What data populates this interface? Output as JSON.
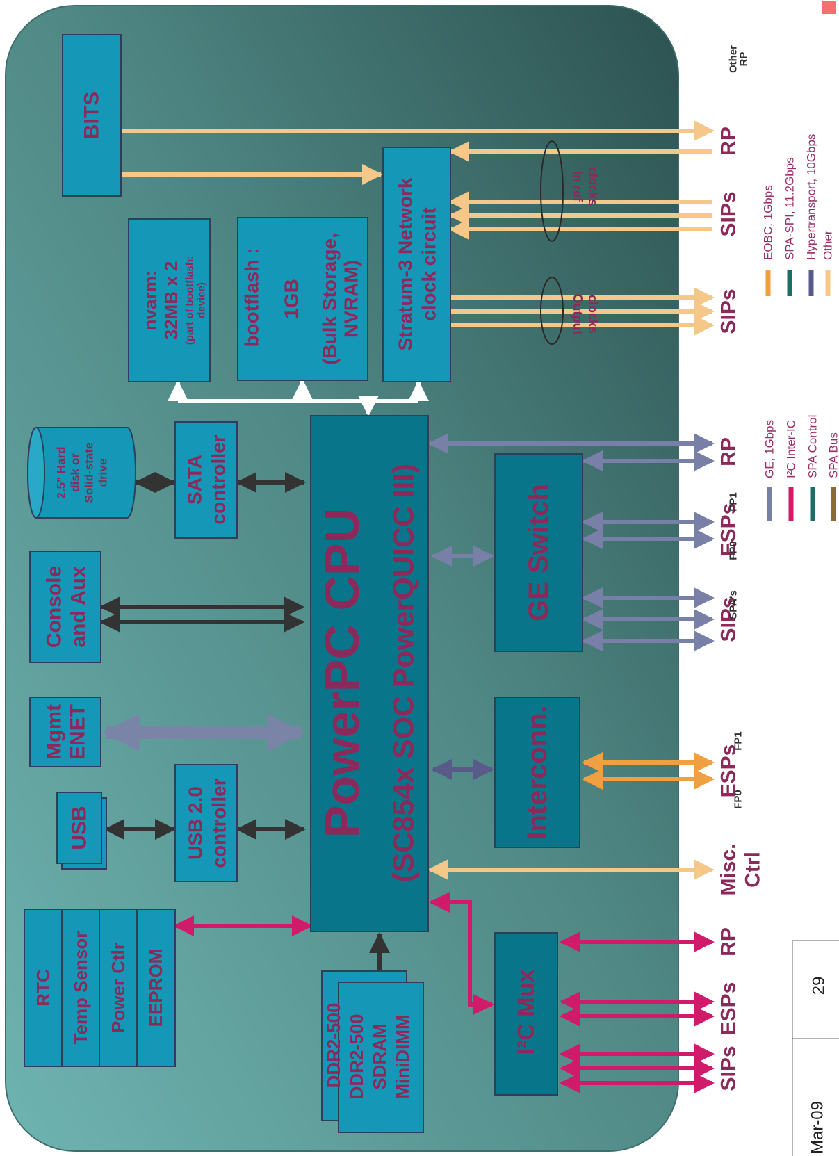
{
  "blocks": {
    "bits": "BITS",
    "nvram_1": "nvarm:",
    "nvram_2": "32MB x 2",
    "nvram_note_1": "(part of bootflash:",
    "nvram_note_2": "device)",
    "bootflash_1": "bootflash :",
    "bootflash_2": "1GB",
    "bootflash_3": "(Bulk Storage,",
    "bootflash_4": "NVRAM)",
    "stratum_1": "Stratum-3 Network",
    "stratum_2": "clock circuit",
    "disk_1": "2.5\" Hard",
    "disk_2": "disk or",
    "disk_3": "Solid-state",
    "disk_4": "drive",
    "sata_1": "SATA",
    "sata_2": "controller",
    "console_1": "Console",
    "console_2": "and Aux",
    "mgmt_1": "Mgmt",
    "mgmt_2": "ENET",
    "usb": "USB",
    "usbctl_1": "USB 2.0",
    "usbctl_2": "controller",
    "cpu_1": "PowerPC CPU",
    "cpu_2": "(SC854x SOC PowerQUICC III)",
    "ge_switch": "GE Switch",
    "interconn": "Interconn.",
    "i2c_mux": "I²C Mux",
    "rtc": "RTC",
    "temp": "Temp Sensor",
    "power": "Power Ctlr",
    "eeprom": "EEPROM",
    "ddr_back": "DDR2-500",
    "ddr_1": "DDR2-500",
    "ddr_2": "SDRAM",
    "ddr_3": "MiniDIMM"
  },
  "ovals": {
    "in_ref_1": "In ref",
    "in_ref_2": "clocks",
    "output_1": "Output",
    "output_2": "clocks"
  },
  "endpoints": {
    "rp_top": "RP",
    "other_rp_1": "Other",
    "other_rp_2": "RP",
    "sips_mid": "SIPs",
    "sips_out": "SIPs",
    "rp_ge": "RP",
    "esps_ge": "ESPs",
    "fp1_ge": "FP1",
    "fp0_ge": "FP0",
    "sips_ge": "SIPs",
    "spas_ge": "SPA's",
    "esps_ic": "ESPs",
    "fp1_ic": "FP1",
    "fp0_ic": "FP0",
    "misc_1": "Misc.",
    "misc_2": "Ctrl",
    "rp_i2c": "RP",
    "esps_i2c": "ESPs",
    "sips_i2c": "SIPs"
  },
  "legend_right": [
    {
      "label": "EOBC, 1Gbps",
      "color": "#f0a040"
    },
    {
      "label": "SPA-SPI, 11.2Gbps",
      "color": "#1a6e66"
    },
    {
      "label": "Hypertransport, 10Gbps",
      "color": "#5a5a8a"
    },
    {
      "label": "Other",
      "color": "#f5c88a"
    }
  ],
  "legend_left": [
    {
      "label": "GE, 1Gbps",
      "color": "#7880a8"
    },
    {
      "label": "I²C Inter-IC",
      "color": "#d01a6a"
    },
    {
      "label": "SPA Control",
      "color": "#1a6e66"
    },
    {
      "label": "SPA Bus",
      "color": "#8a6a30"
    }
  ],
  "footer": {
    "date": "Mar-09",
    "page": "29"
  },
  "colors": {
    "board_light": "#6aafad",
    "board_dark": "#2d5452",
    "box": "#1597b8",
    "box_dark": "#08758a",
    "label": "#8b2a5a",
    "other": "#f5c88a",
    "ge": "#7880a8",
    "eobc": "#f0a040",
    "i2c": "#d01a6a",
    "ht": "#5a5a8a",
    "dark": "#333333"
  }
}
